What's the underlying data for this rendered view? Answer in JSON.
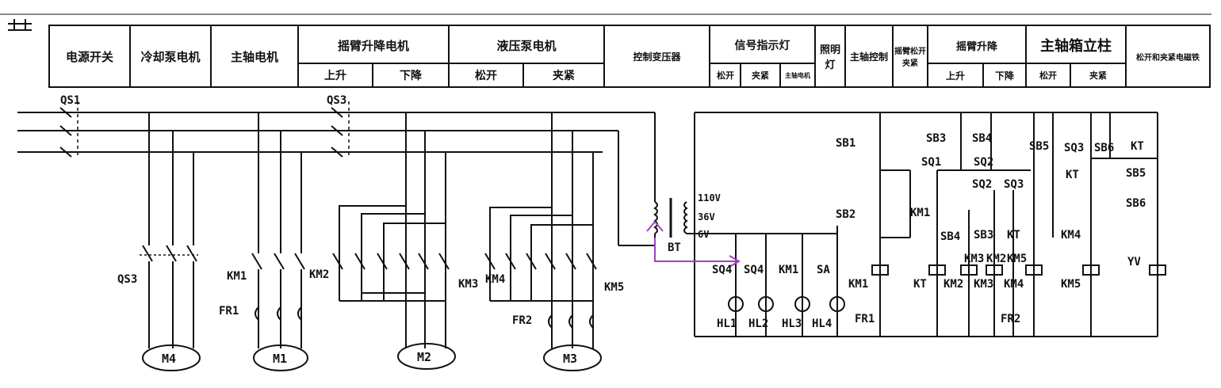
{
  "header": {
    "power_switch": "电源开关",
    "coolant_pump": "冷却泵电机",
    "spindle_motor": "主轴电机",
    "arm_lift_motor": "摇臂升降电机",
    "arm_up": "上升",
    "arm_down": "下降",
    "hydraulic_pump": "液压泵电机",
    "hyd_release": "松开",
    "hyd_clamp": "夹紧",
    "control_transformer": "控制变压器",
    "signal_lamps": "信号指示灯",
    "sig_release": "松开",
    "sig_clamp": "夹紧",
    "sig_spindle": "主轴电机",
    "lighting": "照明灯",
    "spindle_control": "主轴控制",
    "arm_release_clamp": "摇臂松开夹紧",
    "arm_lift": "摇臂升降",
    "lift_up": "上升",
    "lift_down": "下降",
    "column": "主轴箱立柱",
    "col_release": "松开",
    "col_clamp": "夹紧",
    "release_solenoid": "松开和夹紧电磁铁"
  },
  "labels": {
    "qs1": "QS1",
    "qs3": "QS3",
    "qs3b": "QS3",
    "km1": "KM1",
    "km2": "KM2",
    "km3": "KM3",
    "km4": "KM4",
    "km5": "KM5",
    "fr1": "FR1",
    "fr2": "FR2",
    "m4": "M4",
    "m1": "M1",
    "m2": "M2",
    "m3": "M3",
    "v110": "110V",
    "v36": "36V",
    "v6": "6V",
    "bt": "BT",
    "sq4a": "SQ4",
    "sq4b": "SQ4",
    "km1c": "KM1",
    "sa": "SA",
    "hl1": "HL1",
    "hl2": "HL2",
    "hl3": "HL3",
    "hl4": "HL4",
    "sb1": "SB1",
    "sb2": "SB2",
    "km1s": "KM1",
    "km1coil": "KM1",
    "fr1c": "FR1",
    "sb3": "SB3",
    "sb4": "SB4",
    "sq1": "SQ1",
    "sq2": "SQ2",
    "sq2b": "SQ2",
    "sq3": "SQ3",
    "sb4b": "SB4",
    "sb3b": "SB3",
    "kt1": "KT",
    "km3c": "KM3",
    "km2c": "KM2",
    "km5c": "KM5",
    "kt": "KT",
    "km2coil": "KM2",
    "km3coil": "KM3",
    "km4coil": "KM4",
    "fr2c": "FR2",
    "sb5": "SB5",
    "sq3b": "SQ3",
    "sb6": "SB6",
    "kt2": "KT",
    "kt3": "KT",
    "km4c": "KM4",
    "km5coil": "KM5",
    "sb5b": "SB5",
    "sb6b": "SB6",
    "yv": "YV"
  },
  "colors": {
    "line": "#111111",
    "accent": "#a040c0"
  }
}
